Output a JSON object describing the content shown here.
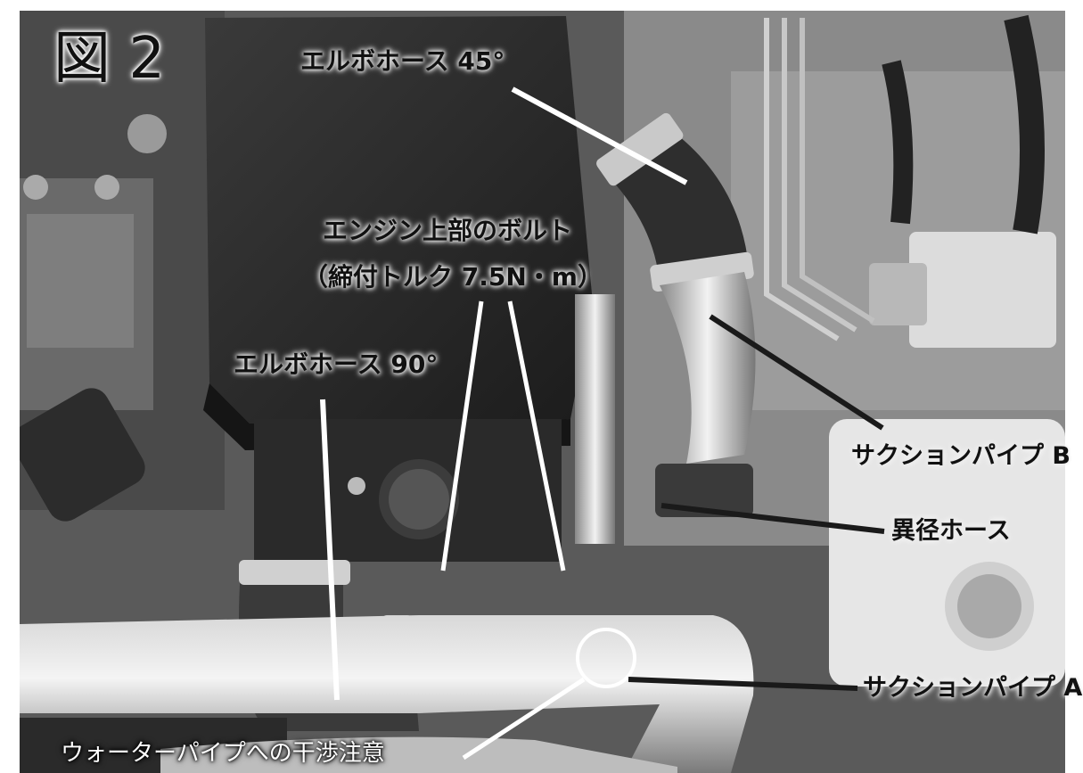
{
  "figure_title": "図 2",
  "labels": {
    "elbow45": "エルボホース 45°",
    "engine_bolt_line1": "エンジン上部のボルト",
    "engine_bolt_line2": "（締付トルク 7.5N・m）",
    "elbow90": "エルボホース 90°",
    "suction_b": "サクションパイプ B",
    "reducer_hose": "異径ホース",
    "suction_a": "サクションパイプ A",
    "water_pipe_warning": "ウォーターパイプへの干渉注意"
  },
  "colors": {
    "frame": "#ffffff",
    "leader_white": "#ffffff",
    "leader_dark": "#1a1a1a"
  }
}
